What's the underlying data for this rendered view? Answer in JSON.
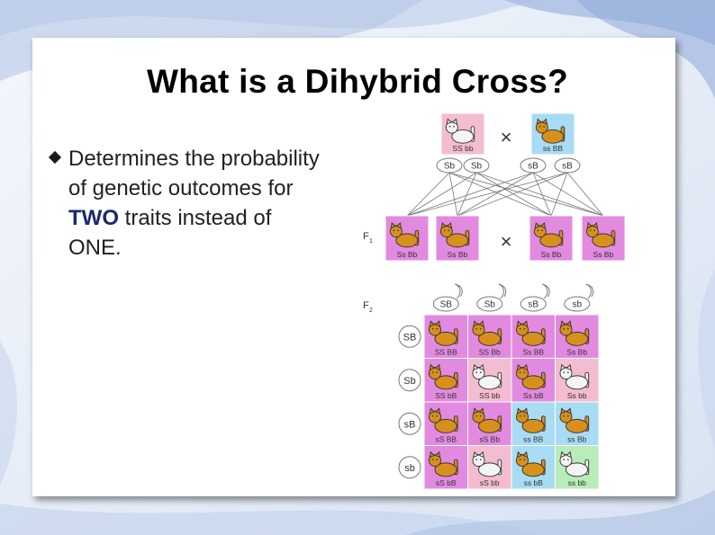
{
  "slide": {
    "title": "What is a Dihybrid Cross?",
    "bullet": {
      "text_before": "Determines the probability of genetic outcomes for ",
      "emphasis": "TWO",
      "text_after": " traits instead of ONE."
    }
  },
  "colors": {
    "pink_cell": "#f4bcd0",
    "magenta_cell": "#e28ae0",
    "blue_cell": "#a8dcf4",
    "green_cell": "#b8ecb8",
    "orange_cat": "#d8901c",
    "white_cat": "#f4f4f4"
  },
  "diagram": {
    "cross_symbol": "×",
    "parents": [
      {
        "genotype": "SS bb",
        "color": "pink",
        "cat": "white"
      },
      {
        "genotype": "ss BB",
        "color": "blue",
        "cat": "orange"
      }
    ],
    "parent_gametes": [
      "Sb",
      "Sb",
      "sB",
      "sB"
    ],
    "f1_label": "F",
    "f1_subscript": "1",
    "f1": [
      {
        "genotype": "Ss Bb",
        "color": "magenta",
        "cat": "orange"
      },
      {
        "genotype": "Ss Bb",
        "color": "magenta",
        "cat": "orange"
      },
      {
        "genotype": "Ss Bb",
        "color": "magenta",
        "cat": "orange"
      },
      {
        "genotype": "Ss Bb",
        "color": "magenta",
        "cat": "orange"
      }
    ],
    "f2_label": "F",
    "f2_subscript": "2",
    "column_gametes": [
      "SB",
      "Sb",
      "sB",
      "sb"
    ],
    "row_gametes": [
      "SB",
      "Sb",
      "sB",
      "sb"
    ],
    "punnett": [
      [
        {
          "genotype": "SS BB",
          "color": "magenta",
          "cat": "orange"
        },
        {
          "genotype": "SS Bb",
          "color": "magenta",
          "cat": "orange"
        },
        {
          "genotype": "Ss BB",
          "color": "magenta",
          "cat": "orange"
        },
        {
          "genotype": "Ss Bb",
          "color": "magenta",
          "cat": "orange"
        }
      ],
      [
        {
          "genotype": "SS bB",
          "color": "magenta",
          "cat": "orange"
        },
        {
          "genotype": "SS bb",
          "color": "pink",
          "cat": "white"
        },
        {
          "genotype": "Ss bB",
          "color": "magenta",
          "cat": "orange"
        },
        {
          "genotype": "Ss bb",
          "color": "pink",
          "cat": "white"
        }
      ],
      [
        {
          "genotype": "sS BB",
          "color": "magenta",
          "cat": "orange"
        },
        {
          "genotype": "sS Bb",
          "color": "magenta",
          "cat": "orange"
        },
        {
          "genotype": "ss BB",
          "color": "blue",
          "cat": "orange"
        },
        {
          "genotype": "ss Bb",
          "color": "blue",
          "cat": "orange"
        }
      ],
      [
        {
          "genotype": "sS bB",
          "color": "magenta",
          "cat": "orange"
        },
        {
          "genotype": "sS bb",
          "color": "pink",
          "cat": "white"
        },
        {
          "genotype": "ss bB",
          "color": "blue",
          "cat": "orange"
        },
        {
          "genotype": "ss bb",
          "color": "green",
          "cat": "white"
        }
      ]
    ]
  }
}
